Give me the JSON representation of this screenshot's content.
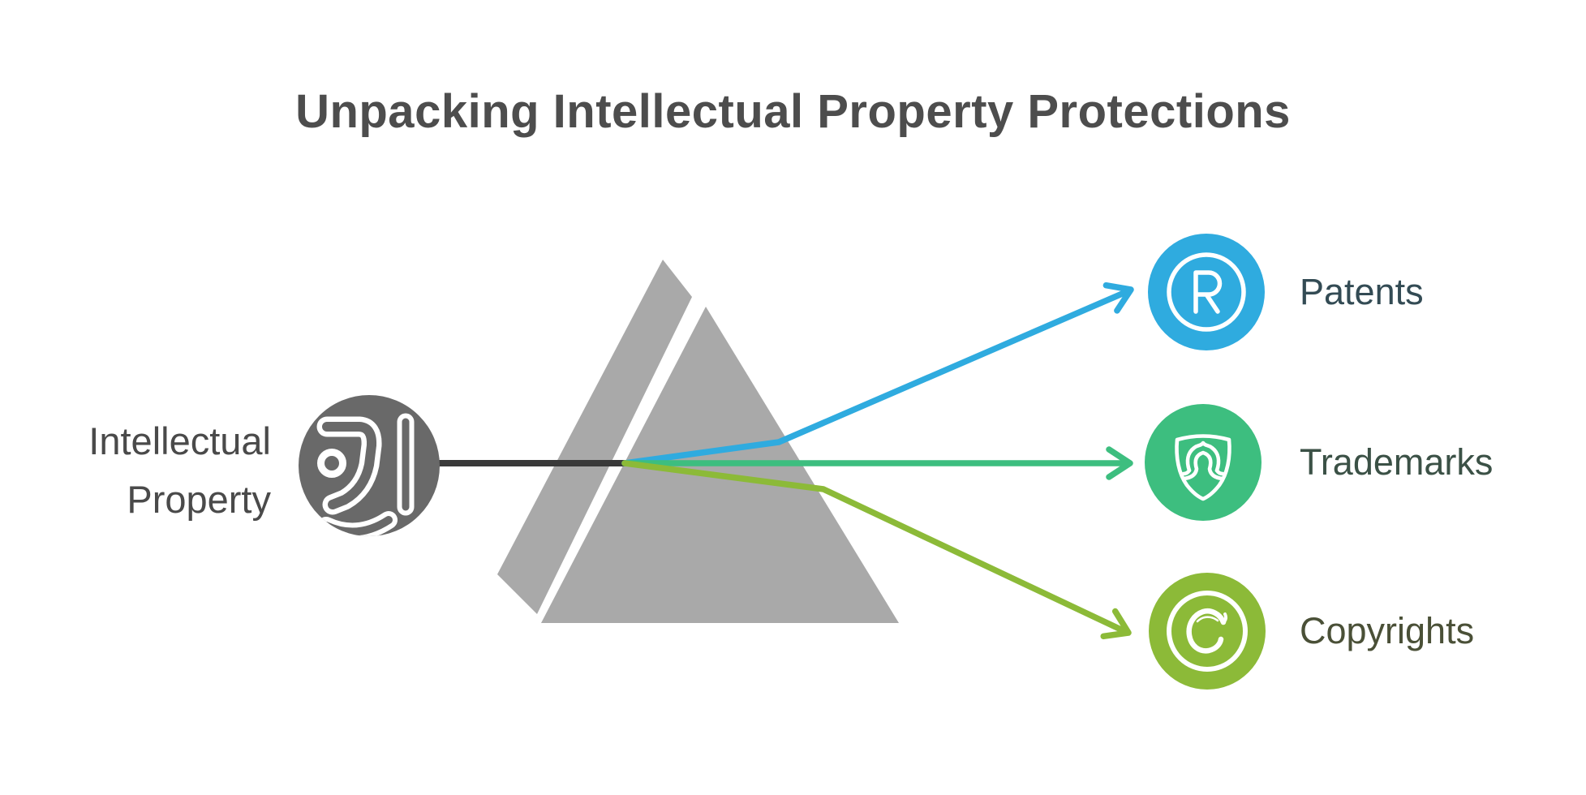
{
  "title": {
    "text": "Unpacking Intellectual Property Protections",
    "color": "#4D4D4D"
  },
  "hub": {
    "label": "Intellectual Property",
    "label_color": "#4A4A4A",
    "circle_color": "#696969",
    "icon": "abstract-swirl-glyph",
    "icon_color": "#FFFFFF"
  },
  "beam": {
    "color": "#3A3A3A"
  },
  "prism": {
    "fill": "#A9A9A9",
    "slash_color": "#FFFFFF"
  },
  "branches": [
    {
      "label": "Patents",
      "label_color": "#334B54",
      "color": "#2FABDF",
      "icon": "registered-r-icon"
    },
    {
      "label": "Trademarks",
      "label_color": "#3B5146",
      "color": "#3DBE7F",
      "icon": "shield-person-icon"
    },
    {
      "label": "Copyrights",
      "label_color": "#4A5037",
      "color": "#8CBA38",
      "icon": "script-c-icon"
    }
  ]
}
